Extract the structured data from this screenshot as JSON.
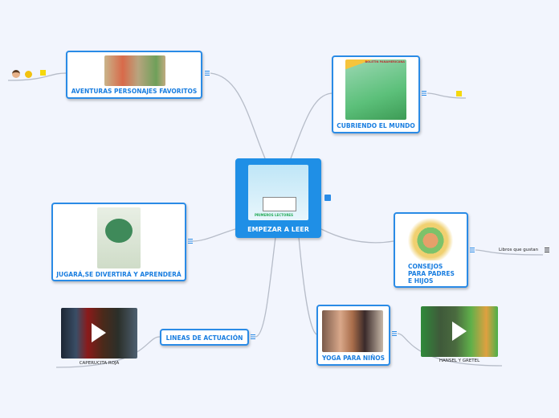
{
  "central": {
    "label": "EMPEZAR A LEER",
    "image_caption": "PRIMEROS LECTORES"
  },
  "nodes": {
    "aventuras": {
      "label": "AVENTURAS  PERSONAJES FAVORITOS"
    },
    "cubriendo": {
      "label": "CUBRIENDO EL MUNDO",
      "image_title": "BOLETÍN PANAMERICANA"
    },
    "jugara": {
      "label": "JUGARÁ,SE DIVERTIRÁ Y APRENDERÁ"
    },
    "consejos": {
      "label1": "CONSEJOS",
      "label2": "PARA PADRES",
      "label3": "E HIJOS",
      "child": "Libros que gustan"
    },
    "lineas": {
      "label": "LINEAS DE ACTUACIÓN",
      "child": "CAPERUCITA ROJA"
    },
    "yoga": {
      "label": "YOGA PARA NIÑOS",
      "child": "HANSEL Y GRETEL"
    }
  },
  "icons": [
    "boy-face-icon",
    "chick-icon",
    "note-icon",
    "menu-icon",
    "play-icon"
  ],
  "colors": {
    "accent": "#2a8be6",
    "central": "#1f8fe6",
    "background": "#f2f5fd"
  }
}
